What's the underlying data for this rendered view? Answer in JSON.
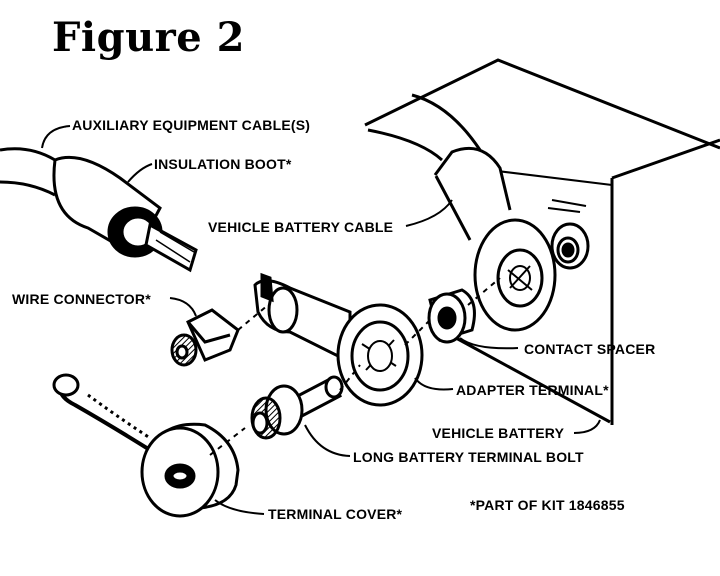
{
  "figure_title": "Figure 2",
  "labels": {
    "auxiliary_cable": "AUXILIARY EQUIPMENT CABLE(S)",
    "insulation_boot": "INSULATION BOOT*",
    "vehicle_battery_cable": "VEHICLE BATTERY CABLE",
    "wire_connector": "WIRE CONNECTOR*",
    "contact_spacer": "CONTACT SPACER",
    "adapter_terminal": "ADAPTER TERMINAL*",
    "vehicle_battery": "VEHICLE BATTERY",
    "long_battery_terminal_bolt": "LONG BATTERY TERMINAL BOLT",
    "terminal_cover": "TERMINAL COVER*",
    "kit_note": "*PART OF KIT 1846855"
  }
}
